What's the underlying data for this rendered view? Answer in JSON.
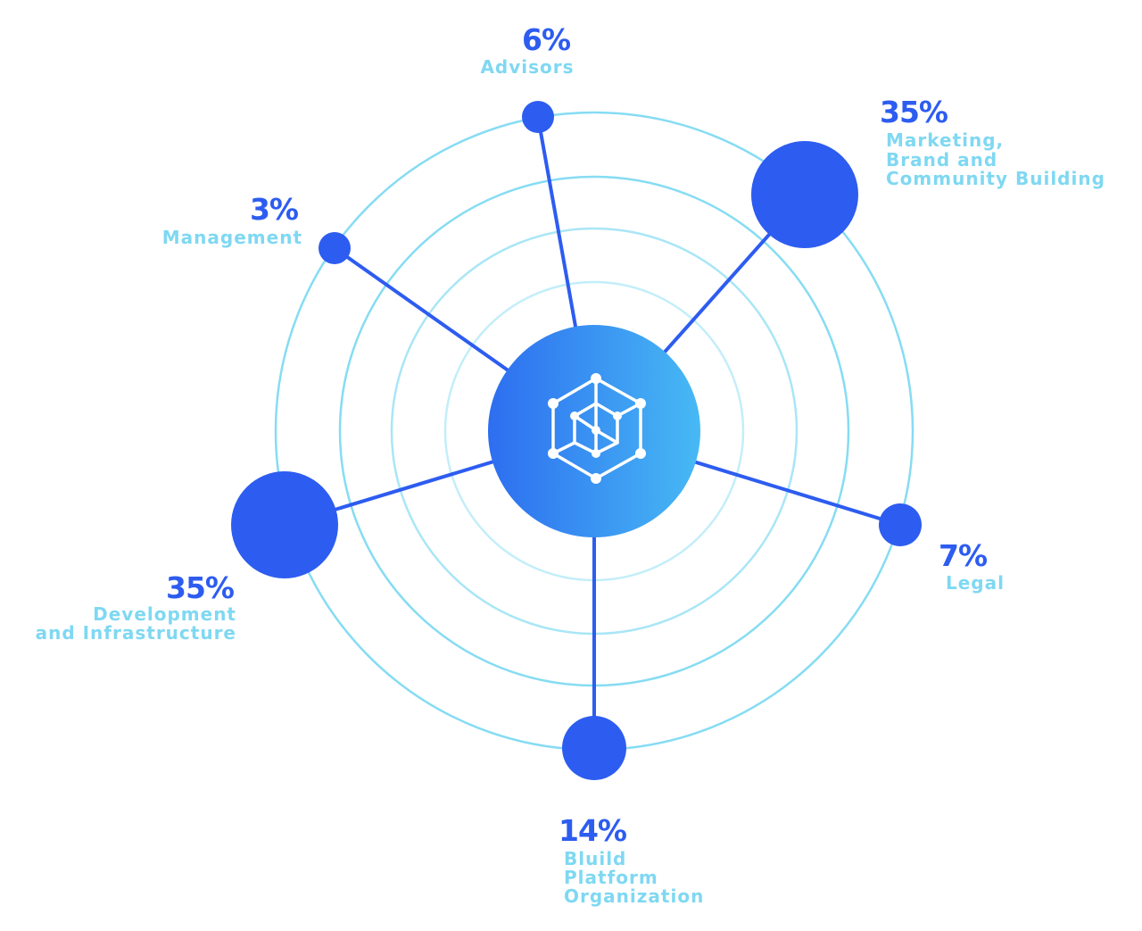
{
  "colors": {
    "ring": "#86dcf3",
    "spoke": "#2d5cf0",
    "node": "#2d5cf0",
    "percent_text": "#2d5cf0",
    "label_text": "#7fd8f2",
    "hub_gradient_start": "#2d6ef0",
    "hub_gradient_end": "#47b9f4"
  },
  "hub": {
    "icon": "network-cube-icon"
  },
  "segments": [
    {
      "id": "advisors",
      "percent": "6%",
      "value": 6,
      "label_lines": [
        "Advisors"
      ]
    },
    {
      "id": "marketing",
      "percent": "35%",
      "value": 35,
      "label_lines": [
        "Marketing,",
        "Brand and",
        "Community Building"
      ]
    },
    {
      "id": "management",
      "percent": "3%",
      "value": 3,
      "label_lines": [
        "Management"
      ]
    },
    {
      "id": "legal",
      "percent": "7%",
      "value": 7,
      "label_lines": [
        "Legal"
      ]
    },
    {
      "id": "development",
      "percent": "35%",
      "value": 35,
      "label_lines": [
        "Development",
        "and Infrastructure"
      ]
    },
    {
      "id": "platform",
      "percent": "14%",
      "value": 14,
      "label_lines": [
        "Bluild",
        "Platform",
        "Organization"
      ]
    }
  ]
}
